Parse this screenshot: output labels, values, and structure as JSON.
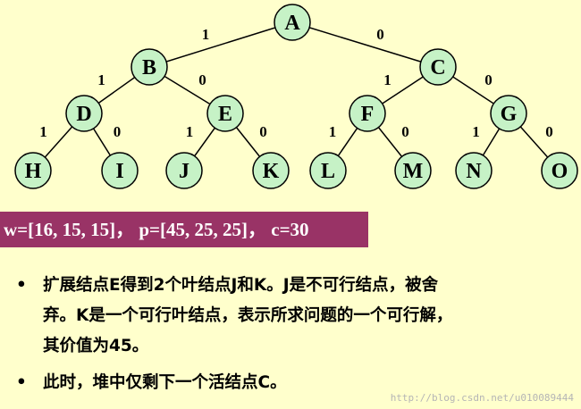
{
  "tree": {
    "nodes": [
      {
        "id": "A",
        "label": "A"
      },
      {
        "id": "B",
        "label": "B"
      },
      {
        "id": "C",
        "label": "C"
      },
      {
        "id": "D",
        "label": "D"
      },
      {
        "id": "E",
        "label": "E"
      },
      {
        "id": "F",
        "label": "F"
      },
      {
        "id": "G",
        "label": "G"
      },
      {
        "id": "H",
        "label": "H"
      },
      {
        "id": "I",
        "label": "I"
      },
      {
        "id": "J",
        "label": "J"
      },
      {
        "id": "K",
        "label": "K"
      },
      {
        "id": "L",
        "label": "L"
      },
      {
        "id": "M",
        "label": "M"
      },
      {
        "id": "N",
        "label": "N"
      },
      {
        "id": "O",
        "label": "O"
      }
    ],
    "edges": [
      {
        "from": "A",
        "to": "B",
        "label": "1"
      },
      {
        "from": "A",
        "to": "C",
        "label": "0"
      },
      {
        "from": "B",
        "to": "D",
        "label": "1"
      },
      {
        "from": "B",
        "to": "E",
        "label": "0"
      },
      {
        "from": "C",
        "to": "F",
        "label": "1"
      },
      {
        "from": "C",
        "to": "G",
        "label": "0"
      },
      {
        "from": "D",
        "to": "H",
        "label": "1"
      },
      {
        "from": "D",
        "to": "I",
        "label": "0"
      },
      {
        "from": "E",
        "to": "J",
        "label": "1"
      },
      {
        "from": "E",
        "to": "K",
        "label": "0"
      },
      {
        "from": "F",
        "to": "L",
        "label": "1"
      },
      {
        "from": "F",
        "to": "M",
        "label": "0"
      },
      {
        "from": "G",
        "to": "N",
        "label": "1"
      },
      {
        "from": "G",
        "to": "O",
        "label": "0"
      }
    ]
  },
  "banner": "w=[16, 15, 15]，  p=[45, 25, 25]，  c=30",
  "bullets": [
    {
      "lines": [
        "扩展结点E得到2个叶结点J和K。J是不可行结点，被舍",
        "弃。K是一个可行叶结点，表示所求问题的一个可行解，",
        "其价值为45。"
      ]
    },
    {
      "lines": [
        "此时，堆中仅剩下一个活结点C。"
      ]
    }
  ],
  "bullet_symbol": "•",
  "watermark": "http://blog.csdn.net/u010089444",
  "colors": {
    "background": "#ffffcc",
    "node_fill": "#c6f2c6",
    "banner": "#993366"
  }
}
